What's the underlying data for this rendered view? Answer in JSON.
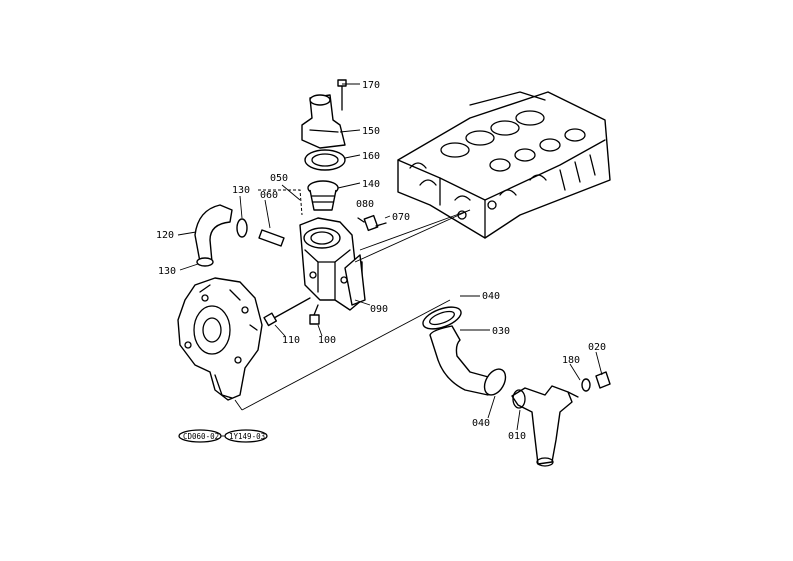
{
  "parts": {
    "p010": "010",
    "p020a": "020",
    "p020b": "020",
    "p030": "030",
    "p040a": "040",
    "p040b": "040",
    "p050": "050",
    "p060a": "060",
    "p060b": "060",
    "p090": "090",
    "p100": "100",
    "p110": "110",
    "p120": "120",
    "p130a": "130",
    "p130b": "130",
    "p140": "140",
    "p150": "150",
    "p160": "160",
    "p170": "170",
    "p180": "180"
  },
  "refs": {
    "ref1": "CD060-02",
    "ref2": "1Y149-03"
  }
}
